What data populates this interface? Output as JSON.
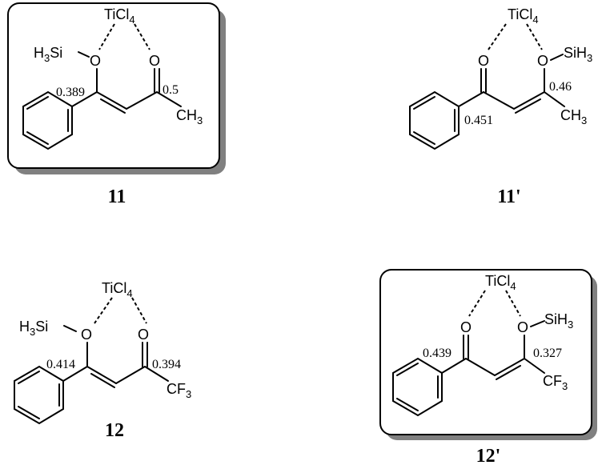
{
  "title": "",
  "ti": "TiCl",
  "ti_sub": "4",
  "oxygen": "O",
  "si_left": "H",
  "si_left_sub": "3",
  "si_left_tail": "Si",
  "si_right": "SiH",
  "si_right_sub": "3",
  "ch3": "CH",
  "ch3_sub": "3",
  "cf3": "CF",
  "cf3_sub": "3",
  "structures": [
    {
      "id": "11",
      "framed": true,
      "label_a": "0.389",
      "label_b": "0.5"
    },
    {
      "id": "11'",
      "framed": false,
      "label_a": "0.451",
      "label_b": "0.46"
    },
    {
      "id": "12",
      "framed": false,
      "label_a": "0.414",
      "label_b": "0.394"
    },
    {
      "id": "12'",
      "framed": true,
      "label_a": "0.439",
      "label_b": "0.327"
    }
  ]
}
